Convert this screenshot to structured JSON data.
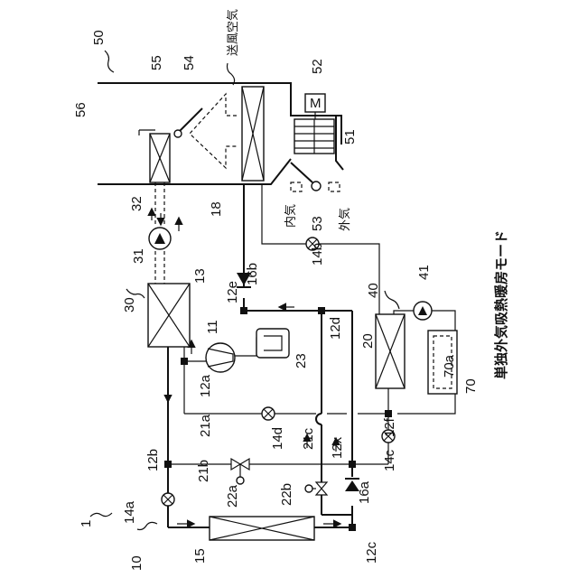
{
  "labels": {
    "system": "1",
    "hp_circuit": "10",
    "compressor": "11",
    "node_12a": "12a",
    "node_12b": "12b",
    "node_12c": "12c",
    "node_12d": "12d",
    "node_12e": "12e",
    "node_12f": "12f",
    "node_12x": "12x",
    "hx_13": "13",
    "valve_14a": "14a",
    "valve_14b": "14b",
    "valve_14c": "14c",
    "valve_14d": "14d",
    "outdoor_hx": "15",
    "check_16a": "16a",
    "check_16b": "16b",
    "heater_core": "18",
    "chiller": "20",
    "pipe_21a": "21a",
    "pipe_21b": "21b",
    "pipe_21c": "21c",
    "valve_22a": "22a",
    "valve_22b": "22b",
    "accumulator": "23",
    "water_circuit": "30",
    "pump_31": "31",
    "hx_32": "32",
    "device_40": "40",
    "pump_41": "41",
    "hvac": "50",
    "blower": "51",
    "motor": "52",
    "motor_symbol": "M",
    "intake_door": "53",
    "mix_door": "54",
    "duct": "55",
    "cabin": "56",
    "battery": "70",
    "battery_cells": "70a",
    "supply_air": "送風空気",
    "inside_air": "内気",
    "outside_air": "外気",
    "mode_title": "単独外気吸熱暖房モード"
  }
}
